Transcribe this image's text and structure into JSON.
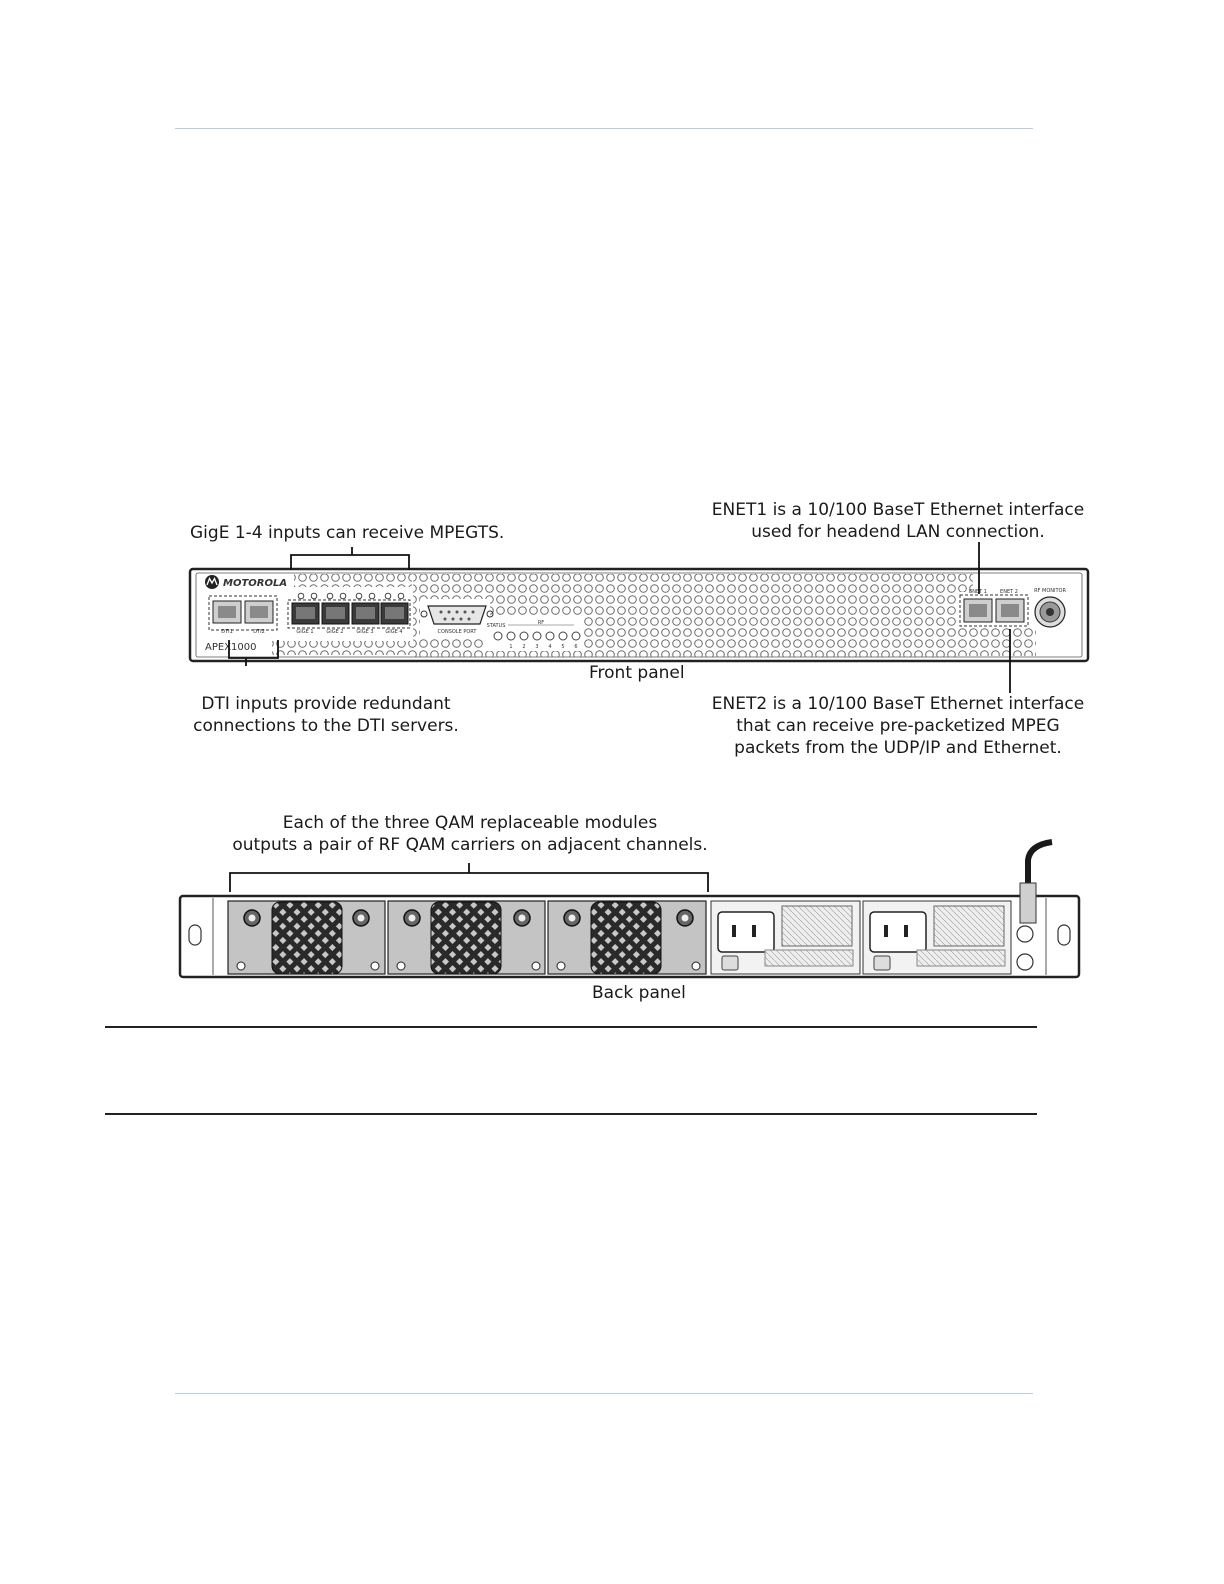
{
  "labels": {
    "gige": "GigE 1-4 inputs can receive MPEGTS.",
    "enet1_line1": "ENET1 is a 10/100 BaseT Ethernet interface",
    "enet1_line2": "used for headend LAN connection.",
    "front_panel": "Front panel",
    "dti_line1": "DTI inputs provide redundant",
    "dti_line2": "connections to the DTI servers.",
    "enet2_line1": "ENET2 is a 10/100 BaseT Ethernet interface",
    "enet2_line2": "that can receive pre-packetized MPEG",
    "enet2_line3": "packets from the UDP/IP and Ethernet.",
    "qam_line1": "Each of the three QAM replaceable modules",
    "qam_line2": "outputs a pair of RF QAM carriers on adjacent channels.",
    "back_panel": "Back panel"
  },
  "device": {
    "brand": "MOTOROLA",
    "model": "APEX1000",
    "dti_ports": [
      "DTI1",
      "DTI2"
    ],
    "gige_ports": [
      "GIGE 1",
      "GIGE 2",
      "GIGE 3",
      "GIGE 4"
    ],
    "console_port": "CONSOLE PORT",
    "status_label": "STATUS",
    "rf_label": "RF",
    "rf_numbers": [
      "1",
      "2",
      "3",
      "4",
      "5",
      "6"
    ],
    "enet_ports": [
      "ENET 1",
      "ENET 2"
    ],
    "rf_monitor": "RF MONITOR"
  }
}
